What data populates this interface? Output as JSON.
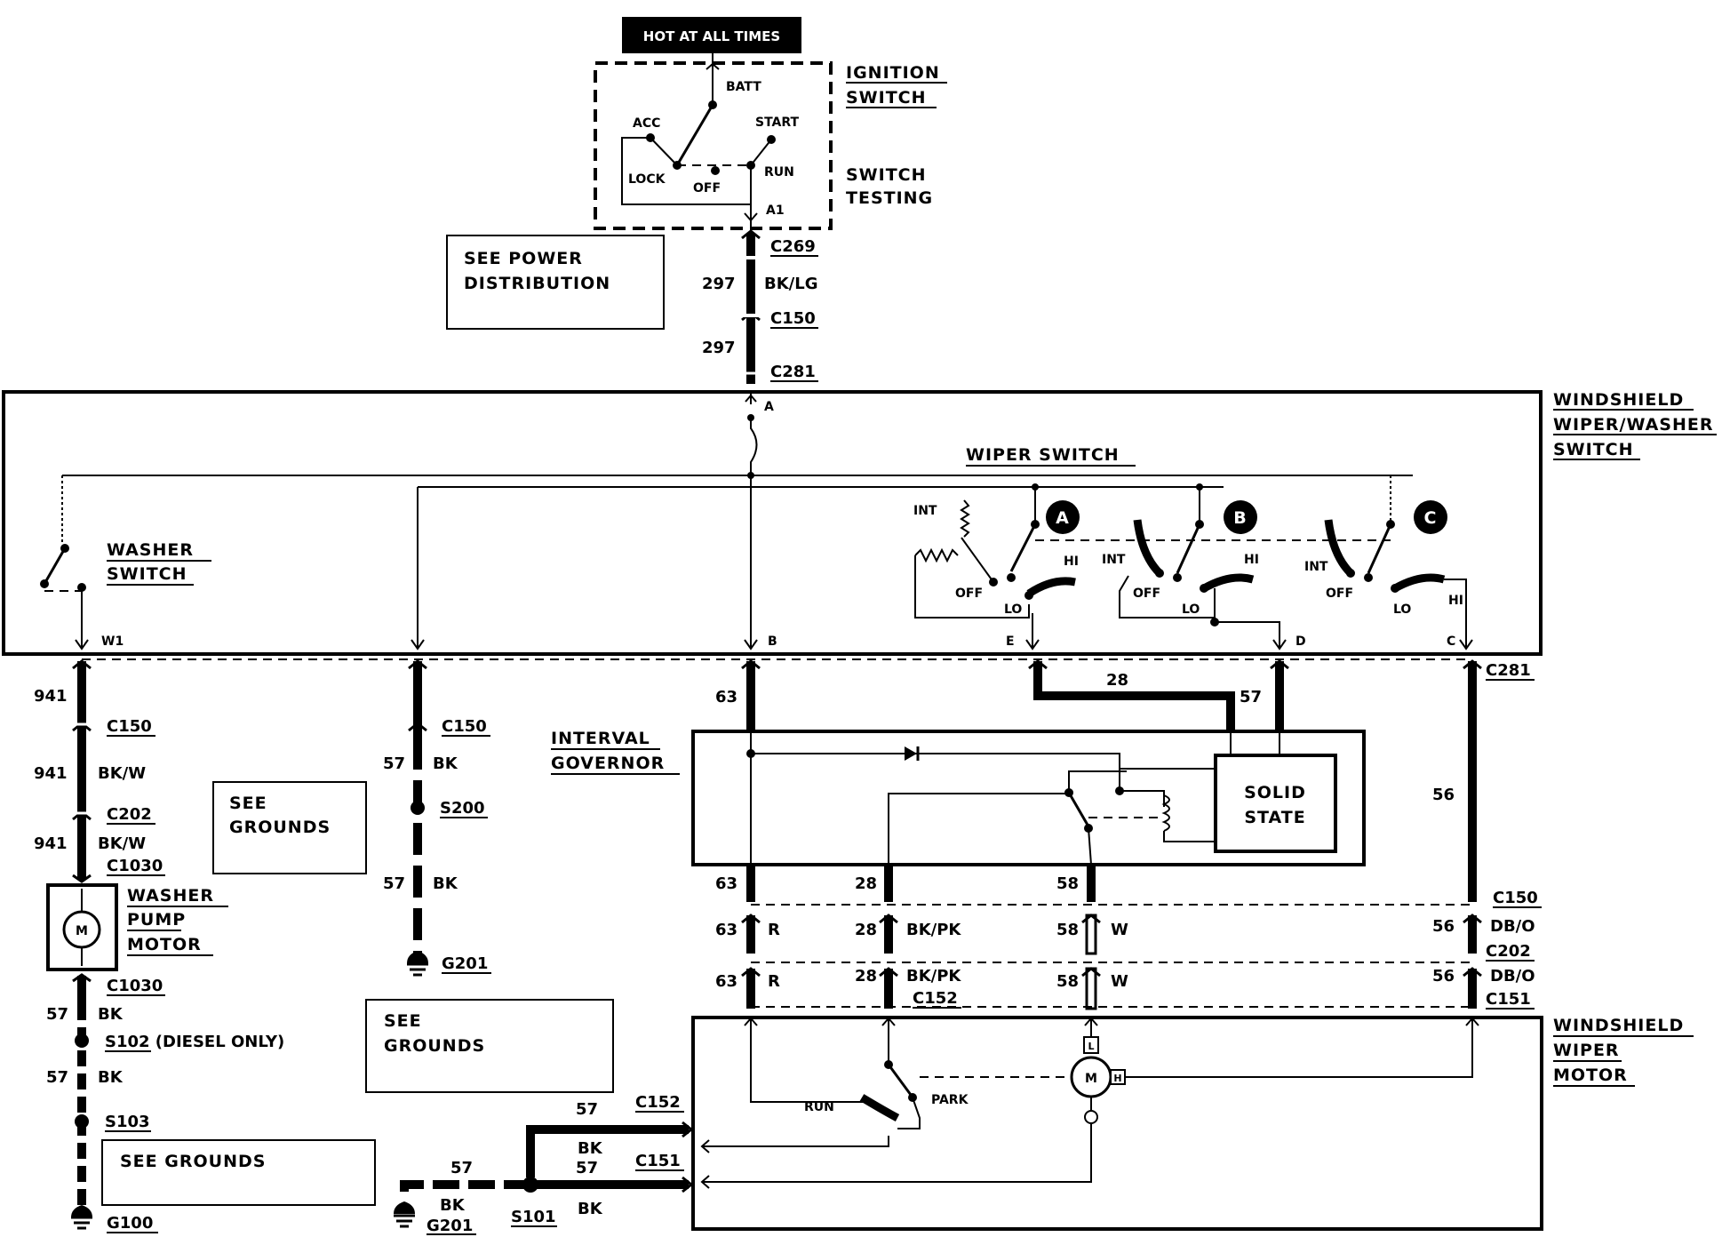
{
  "power": {
    "hot_label": "HOT AT ALL TIMES",
    "ignition_switch": [
      "IGNITION",
      "SWITCH"
    ],
    "switch_testing": [
      "SWITCH",
      "TESTING"
    ],
    "positions": {
      "batt": "BATT",
      "acc": "ACC",
      "start": "START",
      "lock": "LOCK",
      "off": "OFF",
      "run": "RUN",
      "a1": "A1"
    },
    "see_power": [
      "SEE POWER",
      "DISTRIBUTION"
    ]
  },
  "feed": {
    "c269": "C269",
    "circuit_297": "297",
    "bk_lg": "BK/LG",
    "c150": "C150",
    "circuit_297b": "297",
    "c281": "C281",
    "pin_a": "A"
  },
  "switch_assembly": {
    "title": [
      "WINDSHIELD",
      "WIPER/WASHER",
      "SWITCH"
    ],
    "wiper_switch": "WIPER SWITCH",
    "washer_switch": [
      "WASHER",
      "SWITCH"
    ],
    "sections": [
      "A",
      "B",
      "C"
    ],
    "int": "INT",
    "off": "OFF",
    "lo": "LO",
    "hi": "HI",
    "pins": {
      "w1": "W1",
      "b": "B",
      "e": "E",
      "d": "D",
      "c": "C"
    },
    "c281": "C281"
  },
  "washer_branch": {
    "c941": "941",
    "c150": "C150",
    "bkw": "BK/W",
    "c202": "C202",
    "c1030": "C1030",
    "motor_label": [
      "WASHER",
      "PUMP",
      "MOTOR"
    ],
    "motor_symbol": "M",
    "c57": "57",
    "bk": "BK",
    "s102": "S102 (DIESEL ONLY)",
    "s103": "S103",
    "see_grounds": "SEE GROUNDS",
    "g100": "G100"
  },
  "ground_branch": {
    "c150": "C150",
    "c57": "57",
    "bk": "BK",
    "s200": "S200",
    "g201": "G201",
    "see_grounds": [
      "SEE",
      "GROUNDS"
    ]
  },
  "governor": {
    "title": [
      "INTERVAL",
      "GOVERNOR"
    ],
    "solid_state": [
      "SOLID",
      "STATE"
    ],
    "c63": "63",
    "c28": "28",
    "c57": "57",
    "c58": "58",
    "c56": "56",
    "r": "R",
    "bkpk": "BK/PK",
    "w": "W",
    "dbo": "DB/O",
    "c150": "C150",
    "c202": "C202",
    "c152": "C152",
    "c151": "C151"
  },
  "wiper_motor": {
    "title": [
      "WINDSHIELD",
      "WIPER",
      "MOTOR"
    ],
    "run": "RUN",
    "park": "PARK",
    "m": "M",
    "l": "L",
    "h": "H",
    "c57": "57",
    "bk": "BK",
    "c152": "C152",
    "c151": "C151",
    "s101": "S101",
    "g201": "G201"
  }
}
